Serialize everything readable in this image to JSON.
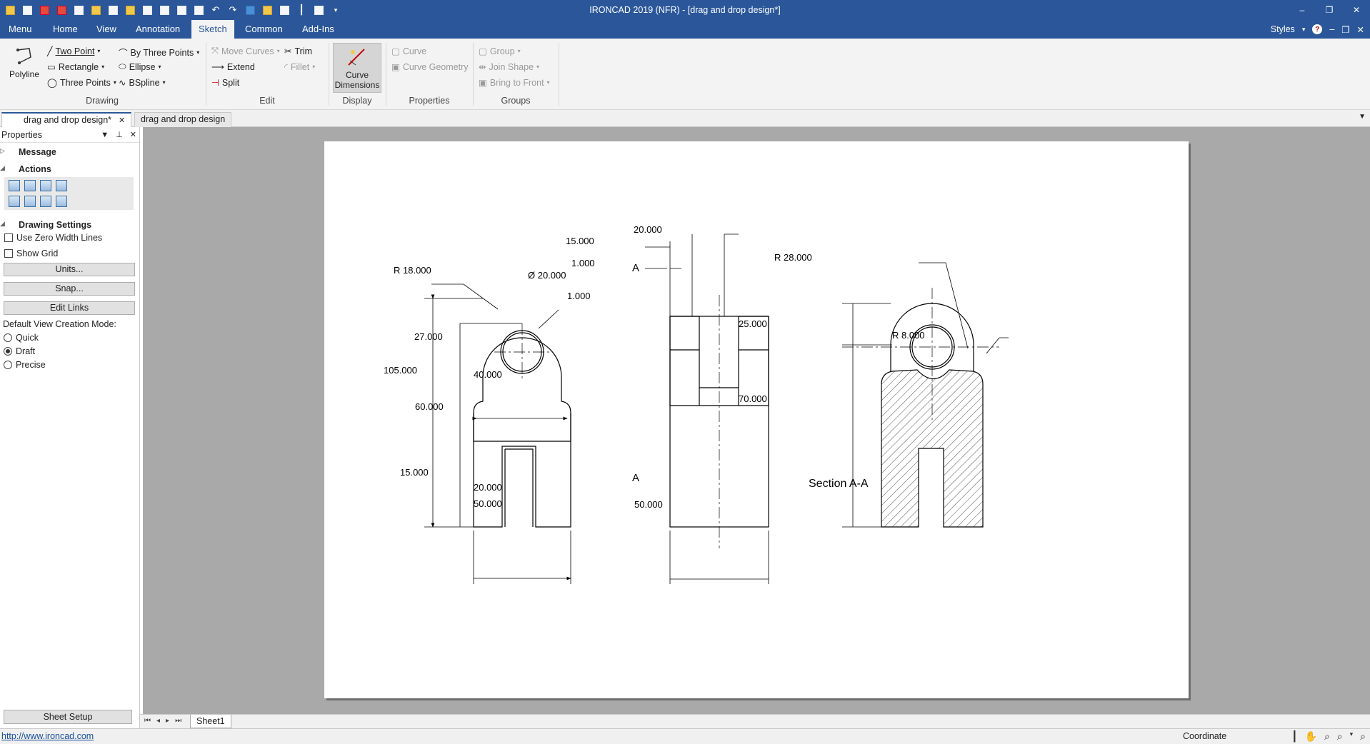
{
  "app": {
    "title": "IRONCAD 2019 (NFR) - [drag and drop design*]"
  },
  "menu": {
    "tabs": [
      "Menu",
      "Home",
      "View",
      "Annotation",
      "Sketch",
      "Common",
      "Add-Ins"
    ],
    "active": "Sketch",
    "styles": "Styles"
  },
  "ribbon": {
    "drawing": {
      "polyline": "Polyline",
      "two_point": "Two Point",
      "rectangle": "Rectangle",
      "three_points": "Three Points",
      "by_three_points": "By Three Points",
      "ellipse": "Ellipse",
      "bspline": "BSpline",
      "label": "Drawing"
    },
    "edit": {
      "move_curves": "Move Curves",
      "trim": "Trim",
      "extend": "Extend",
      "fillet": "Fillet",
      "split": "Split",
      "label": "Edit"
    },
    "display": {
      "curve_dimensions": [
        "Curve",
        "Dimensions"
      ],
      "label": "Display"
    },
    "properties": {
      "curve": "Curve",
      "curve_geometry": "Curve Geometry",
      "label": "Properties"
    },
    "groups": {
      "group": "Group",
      "join_shape": "Join Shape",
      "bring_to_front": "Bring to Front",
      "label": "Groups"
    }
  },
  "doc_tabs": [
    "drag and drop design*",
    "drag and drop design"
  ],
  "panel": {
    "title": "Properties",
    "message": "Message",
    "actions": "Actions",
    "drawing_settings": "Drawing Settings",
    "use_zero_width": "Use Zero Width Lines",
    "show_grid": "Show Grid",
    "units": "Units...",
    "snap": "Snap...",
    "edit_links": "Edit Links",
    "view_mode_label": "Default View Creation Mode:",
    "modes": [
      "Quick",
      "Draft",
      "Precise"
    ],
    "selected_mode": "Draft",
    "sheet_setup": "Sheet Setup"
  },
  "drawing": {
    "front": {
      "r_fillet": "R 18.000",
      "hole": "Ø 20.000",
      "height": "105.000",
      "top": "27.000",
      "mid": "60.000",
      "inner_width": "40.000",
      "slot_offset": "15.000",
      "slot": "20.000",
      "width": "50.000"
    },
    "side": {
      "a": "20.000",
      "b": "15.000",
      "c": "1.000",
      "d": "1.000",
      "width": "50.000",
      "label_a": "A"
    },
    "section": {
      "r_top": "R 28.000",
      "r_small": "R 8.000",
      "h_top": "25.000",
      "h_bot": "70.000",
      "caption": "Section A-A"
    }
  },
  "sheet": "Sheet1",
  "status": {
    "link": "http://www.ironcad.com",
    "coord": "Coordinate"
  }
}
